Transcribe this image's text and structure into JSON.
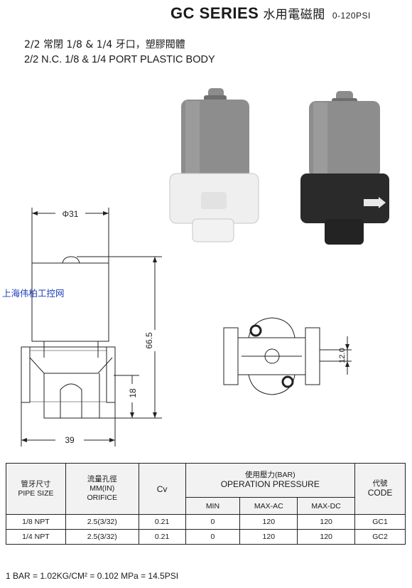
{
  "header": {
    "series": "GC SERIES",
    "series_zh": "水用電磁閥",
    "pressure_range": "0-120PSI"
  },
  "description": {
    "zh": "2/2 常閉 1/8 & 1/4 牙口，塑膠閥體",
    "en": "2/2 N.C. 1/8 & 1/4 PORT PLASTIC BODY"
  },
  "watermark": "上海伟柏工控网",
  "dimensions": {
    "diameter": "Φ31",
    "height": "66.5",
    "port_height": "18",
    "width": "39",
    "port_spacing": "12.0"
  },
  "colors": {
    "coil": "#8a8a8a",
    "white_body": "#f0f0f0",
    "black_body": "#2a2a2a",
    "watermark": "#1d3fb8"
  },
  "table": {
    "headers": {
      "pipe_size_zh": "管牙尺寸",
      "pipe_size_en": "PIPE SIZE",
      "orifice_zh": "流量孔徑",
      "orifice_unit": "MM(IN)",
      "orifice_en": "ORIFICE",
      "cv": "Cv",
      "pressure_zh": "使用壓力(BAR)",
      "pressure_en": "OPERATION PRESSURE",
      "min": "MIN",
      "max_ac": "MAX-AC",
      "max_dc": "MAX-DC",
      "code_zh": "代號",
      "code_en": "CODE"
    },
    "rows": [
      {
        "pipe": "1/8 NPT",
        "orifice": "2.5(3/32)",
        "cv": "0.21",
        "min": "0",
        "max_ac": "120",
        "max_dc": "120",
        "code": "GC1"
      },
      {
        "pipe": "1/4 NPT",
        "orifice": "2.5(3/32)",
        "cv": "0.21",
        "min": "0",
        "max_ac": "120",
        "max_dc": "120",
        "code": "GC2"
      }
    ]
  },
  "footnote": "1 BAR = 1.02KG/CM² = 0.102 MPa = 14.5PSI"
}
